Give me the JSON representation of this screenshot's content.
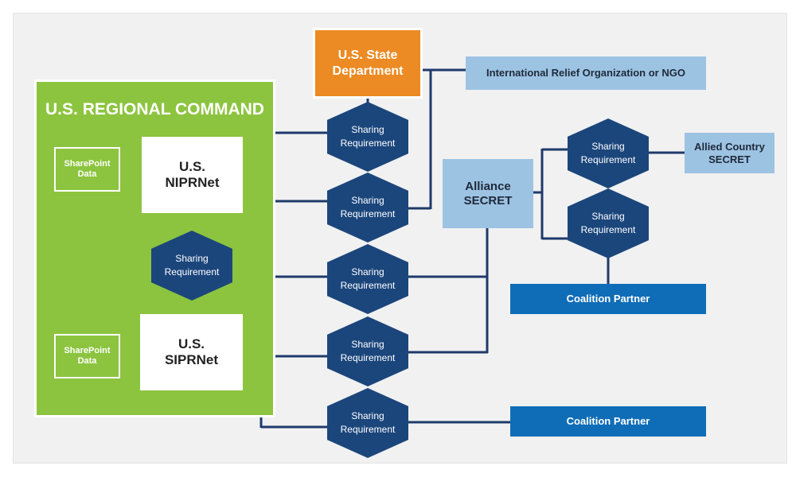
{
  "colors": {
    "background": "#f1f1f1",
    "regional_command": "#8cc43f",
    "state_department": "#ec8a23",
    "sharing_requirement": "#1b467c",
    "light_blue_network": "#9dc3e3",
    "coalition_partner": "#0f6db7",
    "connector": "#1f3a6b"
  },
  "regional_command": {
    "title": "U.S. REGIONAL COMMAND",
    "niprnet": {
      "line1": "U.S.",
      "line2": "NIPRNet"
    },
    "siprnet": {
      "line1": "U.S.",
      "line2": "SIPRNet"
    },
    "sharepoint_top": {
      "line1": "SharePoint",
      "line2": "Data"
    },
    "sharepoint_bottom": {
      "line1": "SharePoint",
      "line2": "Data"
    },
    "inner_sharing": {
      "line1": "Sharing",
      "line2": "Requirement"
    }
  },
  "state_department": {
    "line1": "U.S. State",
    "line2": "Department"
  },
  "ngo": {
    "label": "International Relief Organization or NGO"
  },
  "alliance": {
    "line1": "Alliance",
    "line2": "SECRET"
  },
  "allied_country": {
    "line1": "Allied Country",
    "line2": "SECRET"
  },
  "coalition_partners": [
    {
      "label": "Coalition Partner"
    },
    {
      "label": "Coalition Partner"
    }
  ],
  "sharing_requirements": [
    {
      "line1": "Sharing",
      "line2": "Requirement"
    },
    {
      "line1": "Sharing",
      "line2": "Requirement"
    },
    {
      "line1": "Sharing",
      "line2": "Requirement"
    },
    {
      "line1": "Sharing",
      "line2": "Requirement"
    },
    {
      "line1": "Sharing",
      "line2": "Requirement"
    },
    {
      "line1": "Sharing",
      "line2": "Requirement"
    },
    {
      "line1": "Sharing",
      "line2": "Requirement"
    }
  ]
}
